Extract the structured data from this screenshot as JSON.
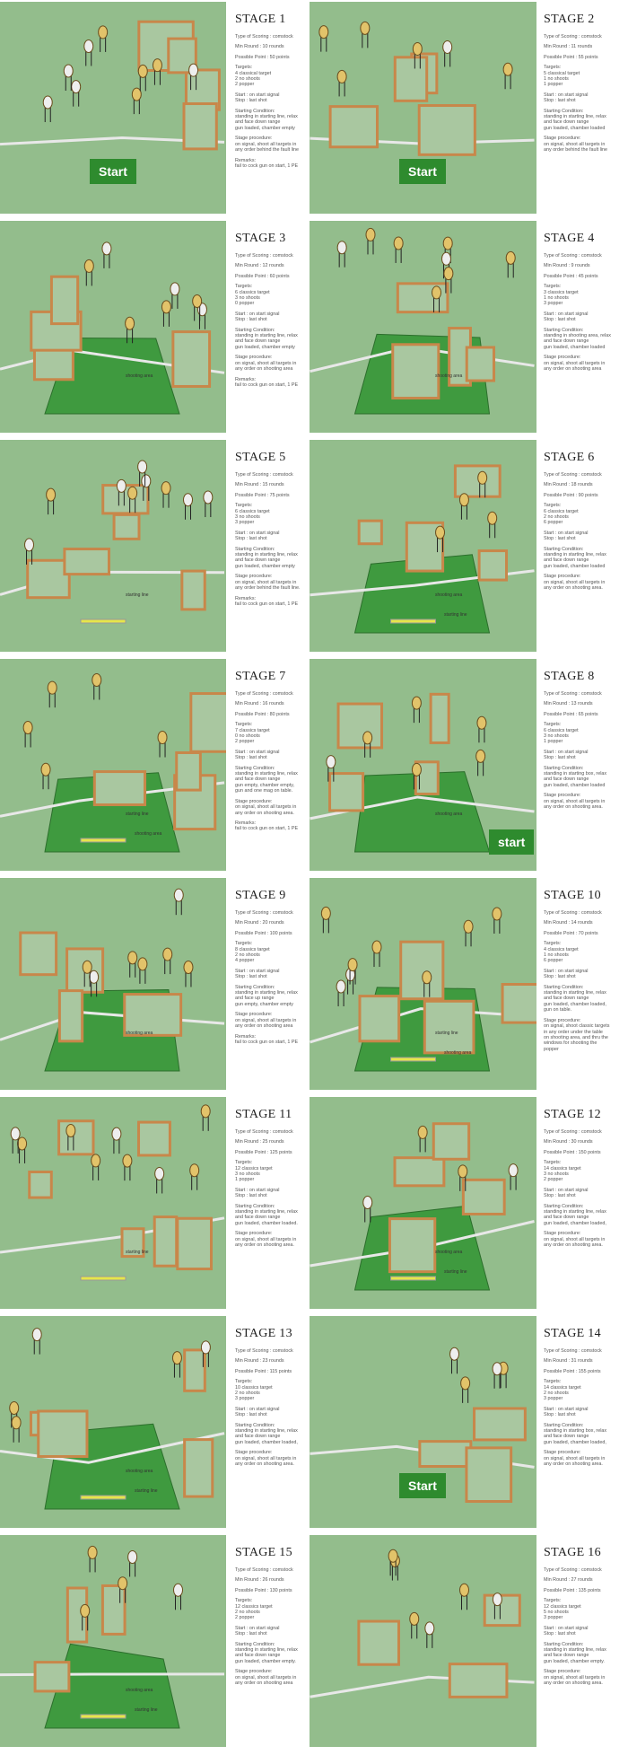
{
  "colors": {
    "ground": "#93bd8c",
    "wall": "#c8874a",
    "area": "#3f9a3f",
    "line": "#e6e64a"
  },
  "stages": [
    {
      "title": "STAGE 1",
      "scoring": "Type of Scoring : comstock",
      "min_round": "Min Round : 10 rounds",
      "points": "Possible Point : 50 points",
      "targets_label": "Targets:",
      "targets": [
        "4 classical target",
        "2 no shoots",
        "2 popper"
      ],
      "start": "Start : on start signal",
      "stop": "Stop : last shot",
      "cond_label": "Starting Condition:",
      "cond": [
        "standing in starting line, relax",
        "and face down range",
        "gun loaded, chamber empty"
      ],
      "proc_label": "Stage procedure:",
      "proc": [
        "on signal, shoot all targets in",
        "any order behind the fault line"
      ],
      "remarks_label": "Remarks:",
      "remarks": "fail to cock gun on start, 1 PE",
      "labels": [
        "Start"
      ]
    },
    {
      "title": "STAGE 2",
      "scoring": "Type of Scoring : comstock",
      "min_round": "Min Round : 11 rounds",
      "points": "Possible Point : 55 points",
      "targets_label": "Targets:",
      "targets": [
        "5 classical target",
        "1 no shoots",
        "1 popper"
      ],
      "start": "Start : on start signal",
      "stop": "Stop : last shot",
      "cond_label": "Starting Condition:",
      "cond": [
        "standing in starting line, relax",
        "and face down range",
        "gun loaded, chamber loaded"
      ],
      "proc_label": "Stage procedure:",
      "proc": [
        "on signal, shoot all targets in",
        "any order behind the fault line"
      ],
      "labels": [
        "Start"
      ]
    },
    {
      "title": "STAGE 3",
      "scoring": "Type of Scoring : comstock",
      "min_round": "Min Round : 12 rounds",
      "points": "Possible Point : 60 points",
      "targets_label": "Targets:",
      "targets": [
        "6 classics target",
        "3 no shoots",
        "0 popper"
      ],
      "start": "Start : on start signal",
      "stop": "Stop : last shot",
      "cond_label": "Starting Condition:",
      "cond": [
        "standing in starting line, relax",
        "and face down range",
        "gun loaded, chamber empty"
      ],
      "proc_label": "Stage procedure:",
      "proc": [
        "on signal, shoot all targets in",
        "any order on shooting area"
      ],
      "remarks_label": "Remarks:",
      "remarks": "fail to cock gun on start, 1 PE",
      "labels": [
        "shooting area"
      ]
    },
    {
      "title": "STAGE 4",
      "scoring": "Type of Scoring : comstock",
      "min_round": "Min Round : 9 rounds",
      "points": "Possible Point : 45 points",
      "targets_label": "Targets:",
      "targets": [
        "3 classics target",
        "1 no shoots",
        "3 popper"
      ],
      "start": "Start : on start signal",
      "stop": "Stop : last shot",
      "cond_label": "Starting Condition:",
      "cond": [
        "standing in shooting area, relax",
        "and face down range",
        "gun loaded, chamber loaded"
      ],
      "proc_label": "Stage procedure:",
      "proc": [
        "on signal, shoot all targets in",
        "any order on shooting area"
      ],
      "labels": [
        "shooting area"
      ]
    },
    {
      "title": "STAGE 5",
      "scoring": "Type of Scoring : comstock",
      "min_round": "Min Round : 15 rounds",
      "points": "Possible Point : 75 points",
      "targets_label": "Targets:",
      "targets": [
        "6 classics target",
        "3 no shoots",
        "3 popper"
      ],
      "start": "Start : on start signal",
      "stop": "Stop : last shot",
      "cond_label": "Starting Condition:",
      "cond": [
        "standing in starting line, relax",
        "and face down range",
        "gun loaded, chamber empty"
      ],
      "proc_label": "Stage procedure:",
      "proc": [
        "on signal, shoot all targets in",
        "any order behind the fault line."
      ],
      "remarks_label": "Remarks:",
      "remarks": "fail to cock gun on start, 1 PE",
      "labels": [
        "starting line"
      ]
    },
    {
      "title": "STAGE 6",
      "scoring": "Type of Scoring : comstock",
      "min_round": "Min Round : 18 rounds",
      "points": "Possible Point : 90 points",
      "targets_label": "Targets:",
      "targets": [
        "6 classics target",
        "2 no shoots",
        "6 popper"
      ],
      "start": "Start : on start signal",
      "stop": "Stop : last shot",
      "cond_label": "Starting Condition:",
      "cond": [
        "standing in starting line, relax",
        "and face down range",
        "gun loaded, chamber loaded"
      ],
      "proc_label": "Stage procedure:",
      "proc": [
        "on signal, shoot all targets in",
        "any order on shooting area."
      ],
      "labels": [
        "shooting area",
        "starting line"
      ]
    },
    {
      "title": "STAGE 7",
      "scoring": "Type of Scoring : comstock",
      "min_round": "Min Round : 16 rounds",
      "points": "Possible Point : 80 points",
      "targets_label": "Targets:",
      "targets": [
        "7 classics target",
        "0 no shoots",
        "2 popper"
      ],
      "start": "Start : on start signal",
      "stop": "Stop : last shot",
      "cond_label": "Starting Condition:",
      "cond": [
        "standing in starting line, relax",
        "and face down range",
        "gun empty, chamber empty,",
        "gun and one mag on table."
      ],
      "proc_label": "Stage procedure:",
      "proc": [
        "on signal, shoot all targets in",
        "any order on shooting area."
      ],
      "remarks_label": "Remarks:",
      "remarks": "fail to cock gun on start, 1 PE",
      "labels": [
        "starting line",
        "shooting area"
      ]
    },
    {
      "title": "STAGE 8",
      "scoring": "Type of Scoring : comstock",
      "min_round": "Min Round : 13 rounds",
      "points": "Possible Point : 65 points",
      "targets_label": "Targets:",
      "targets": [
        "6 classics target",
        "3 no shoots",
        "1 popper"
      ],
      "start": "Start : on start signal",
      "stop": "Stop : last shot",
      "cond_label": "Starting Condition:",
      "cond": [
        "standing in starting box, relax",
        "and face down range",
        "gun loaded, chamber loaded"
      ],
      "proc_label": "Stage procedure:",
      "proc": [
        "on signal, shoot all targets in",
        "any order on shooting area."
      ],
      "labels": [
        "shooting area",
        "start"
      ]
    },
    {
      "title": "STAGE 9",
      "scoring": "Type of Scoring : comstock",
      "min_round": "Min Round : 20 rounds",
      "points": "Possible Point : 100 points",
      "targets_label": "Targets:",
      "targets": [
        "8 classics target",
        "2 no shoots",
        "4 popper"
      ],
      "start": "Start : on start signal",
      "stop": "Stop : last shot",
      "cond_label": "Starting Condition:",
      "cond": [
        "standing in starting line, relax",
        "and face up range",
        "gun empty, chamber empty"
      ],
      "proc_label": "Stage procedure:",
      "proc": [
        "on signal, shoot all targets in",
        "any order on shooting area"
      ],
      "remarks_label": "Remarks:",
      "remarks": "fail to cock gun on start, 1 PE",
      "labels": [
        "shooting area"
      ]
    },
    {
      "title": "STAGE 10",
      "scoring": "Type of Scoring : comstock",
      "min_round": "Min Round : 14 rounds",
      "points": "Possible Point : 70 points",
      "targets_label": "Targets:",
      "targets": [
        "4 classics target",
        "1 no shoots",
        "6 popper"
      ],
      "start": "Start : on start signal",
      "stop": "Stop : last shot",
      "cond_label": "Starting Condition:",
      "cond": [
        "standing in starting line, relax",
        "and face down range",
        "gun loaded, chamber loaded,",
        "gun on table."
      ],
      "proc_label": "Stage procedure:",
      "proc": [
        "on signal, shoot classic targets",
        "in any order under the table",
        "on shooting area, and thru the",
        "windows for shooting the",
        "popper"
      ],
      "labels": [
        "starting line",
        "shooting area"
      ]
    },
    {
      "title": "STAGE 11",
      "scoring": "Type of Scoring : comstock",
      "min_round": "Min Round : 25 rounds",
      "points": "Possible Point : 125 points",
      "targets_label": "Targets:",
      "targets": [
        "12 classics target",
        "3 no shoots",
        "1 popper"
      ],
      "start": "Start : on start signal",
      "stop": "Stop : last shot",
      "cond_label": "Starting Condition:",
      "cond": [
        "standing in starting line, relax",
        "and face down range",
        "gun loaded, chamber loaded."
      ],
      "proc_label": "Stage procedure:",
      "proc": [
        "on signal, shoot all targets in",
        "any order on shooting area."
      ],
      "labels": [
        "starting line"
      ]
    },
    {
      "title": "STAGE 12",
      "scoring": "Type of Scoring : comstock",
      "min_round": "Min Round : 30 rounds",
      "points": "Possible Point : 150 points",
      "targets_label": "Targets:",
      "targets": [
        "14 classics target",
        "3 no shoots",
        "2 popper"
      ],
      "start": "Start : on start signal",
      "stop": "Stop : last shot",
      "cond_label": "Starting Condition:",
      "cond": [
        "standing in starting line, relax",
        "and face down range",
        "gun loaded, chamber loaded,"
      ],
      "proc_label": "Stage procedure:",
      "proc": [
        "on signal, shoot all targets in",
        "any order on shooting area."
      ],
      "labels": [
        "shooting area",
        "starting line"
      ]
    },
    {
      "title": "STAGE 13",
      "scoring": "Type of Scoring : comstock",
      "min_round": "Min Round : 23 rounds",
      "points": "Possible Point : 115 points",
      "targets_label": "Targets:",
      "targets": [
        "10 classics target",
        "2 no shoots",
        "3 popper"
      ],
      "start": "Start : on start signal",
      "stop": "Stop : last shot",
      "cond_label": "Starting Condition:",
      "cond": [
        "standing in starting line, relax",
        "and face down range",
        "gun loaded, chamber loaded,"
      ],
      "proc_label": "Stage procedure:",
      "proc": [
        "on signal, shoot all targets in",
        "any order on shooting area."
      ],
      "labels": [
        "shooting area",
        "starting line"
      ]
    },
    {
      "title": "STAGE 14",
      "scoring": "Type of Scoring : comstock",
      "min_round": "Min Round : 31 rounds",
      "points": "Possible Point : 155 points",
      "targets_label": "Targets:",
      "targets": [
        "14 classics target",
        "2 no shoots",
        "3 popper"
      ],
      "start": "Start : on start signal",
      "stop": "Stop : last shot",
      "cond_label": "Starting Condition:",
      "cond": [
        "standing in starting box, relax",
        "and face down range",
        "gun loaded, chamber loaded,"
      ],
      "proc_label": "Stage procedure:",
      "proc": [
        "on signal, shoot all targets in",
        "any order on shooting area."
      ],
      "labels": [
        "Start"
      ]
    },
    {
      "title": "STAGE 15",
      "scoring": "Type of Scoring : comstock",
      "min_round": "Min Round : 26 rounds",
      "points": "Possible Point : 130 points",
      "targets_label": "Targets:",
      "targets": [
        "12 classics target",
        "2 no shoots",
        "2 popper"
      ],
      "start": "Start : on start signal",
      "stop": "Stop : last shot",
      "cond_label": "Starting Condition:",
      "cond": [
        "standing in starting line, relax",
        "and face down range",
        "gun loaded, chamber empty."
      ],
      "proc_label": "Stage procedure:",
      "proc": [
        "on signal, shoot all targets in",
        "any order on shooting area"
      ],
      "labels": [
        "shooting area",
        "starting line"
      ]
    },
    {
      "title": "STAGE 16",
      "scoring": "Type of Scoring : comstock",
      "min_round": "Min Round : 27 rounds",
      "points": "Possible Point : 135 points",
      "targets_label": "Targets:",
      "targets": [
        "12 classics target",
        "5 no shoots",
        "3 popper"
      ],
      "start": "Start : on start signal",
      "stop": "Stop : last shot",
      "cond_label": "Starting Condition:",
      "cond": [
        "standing in starting line, relax",
        "and face down range",
        "gun loaded, chamber empty."
      ],
      "proc_label": "Stage procedure:",
      "proc": [
        "on signal, shoot all targets in",
        "any order on shooting area."
      ],
      "labels": []
    }
  ]
}
